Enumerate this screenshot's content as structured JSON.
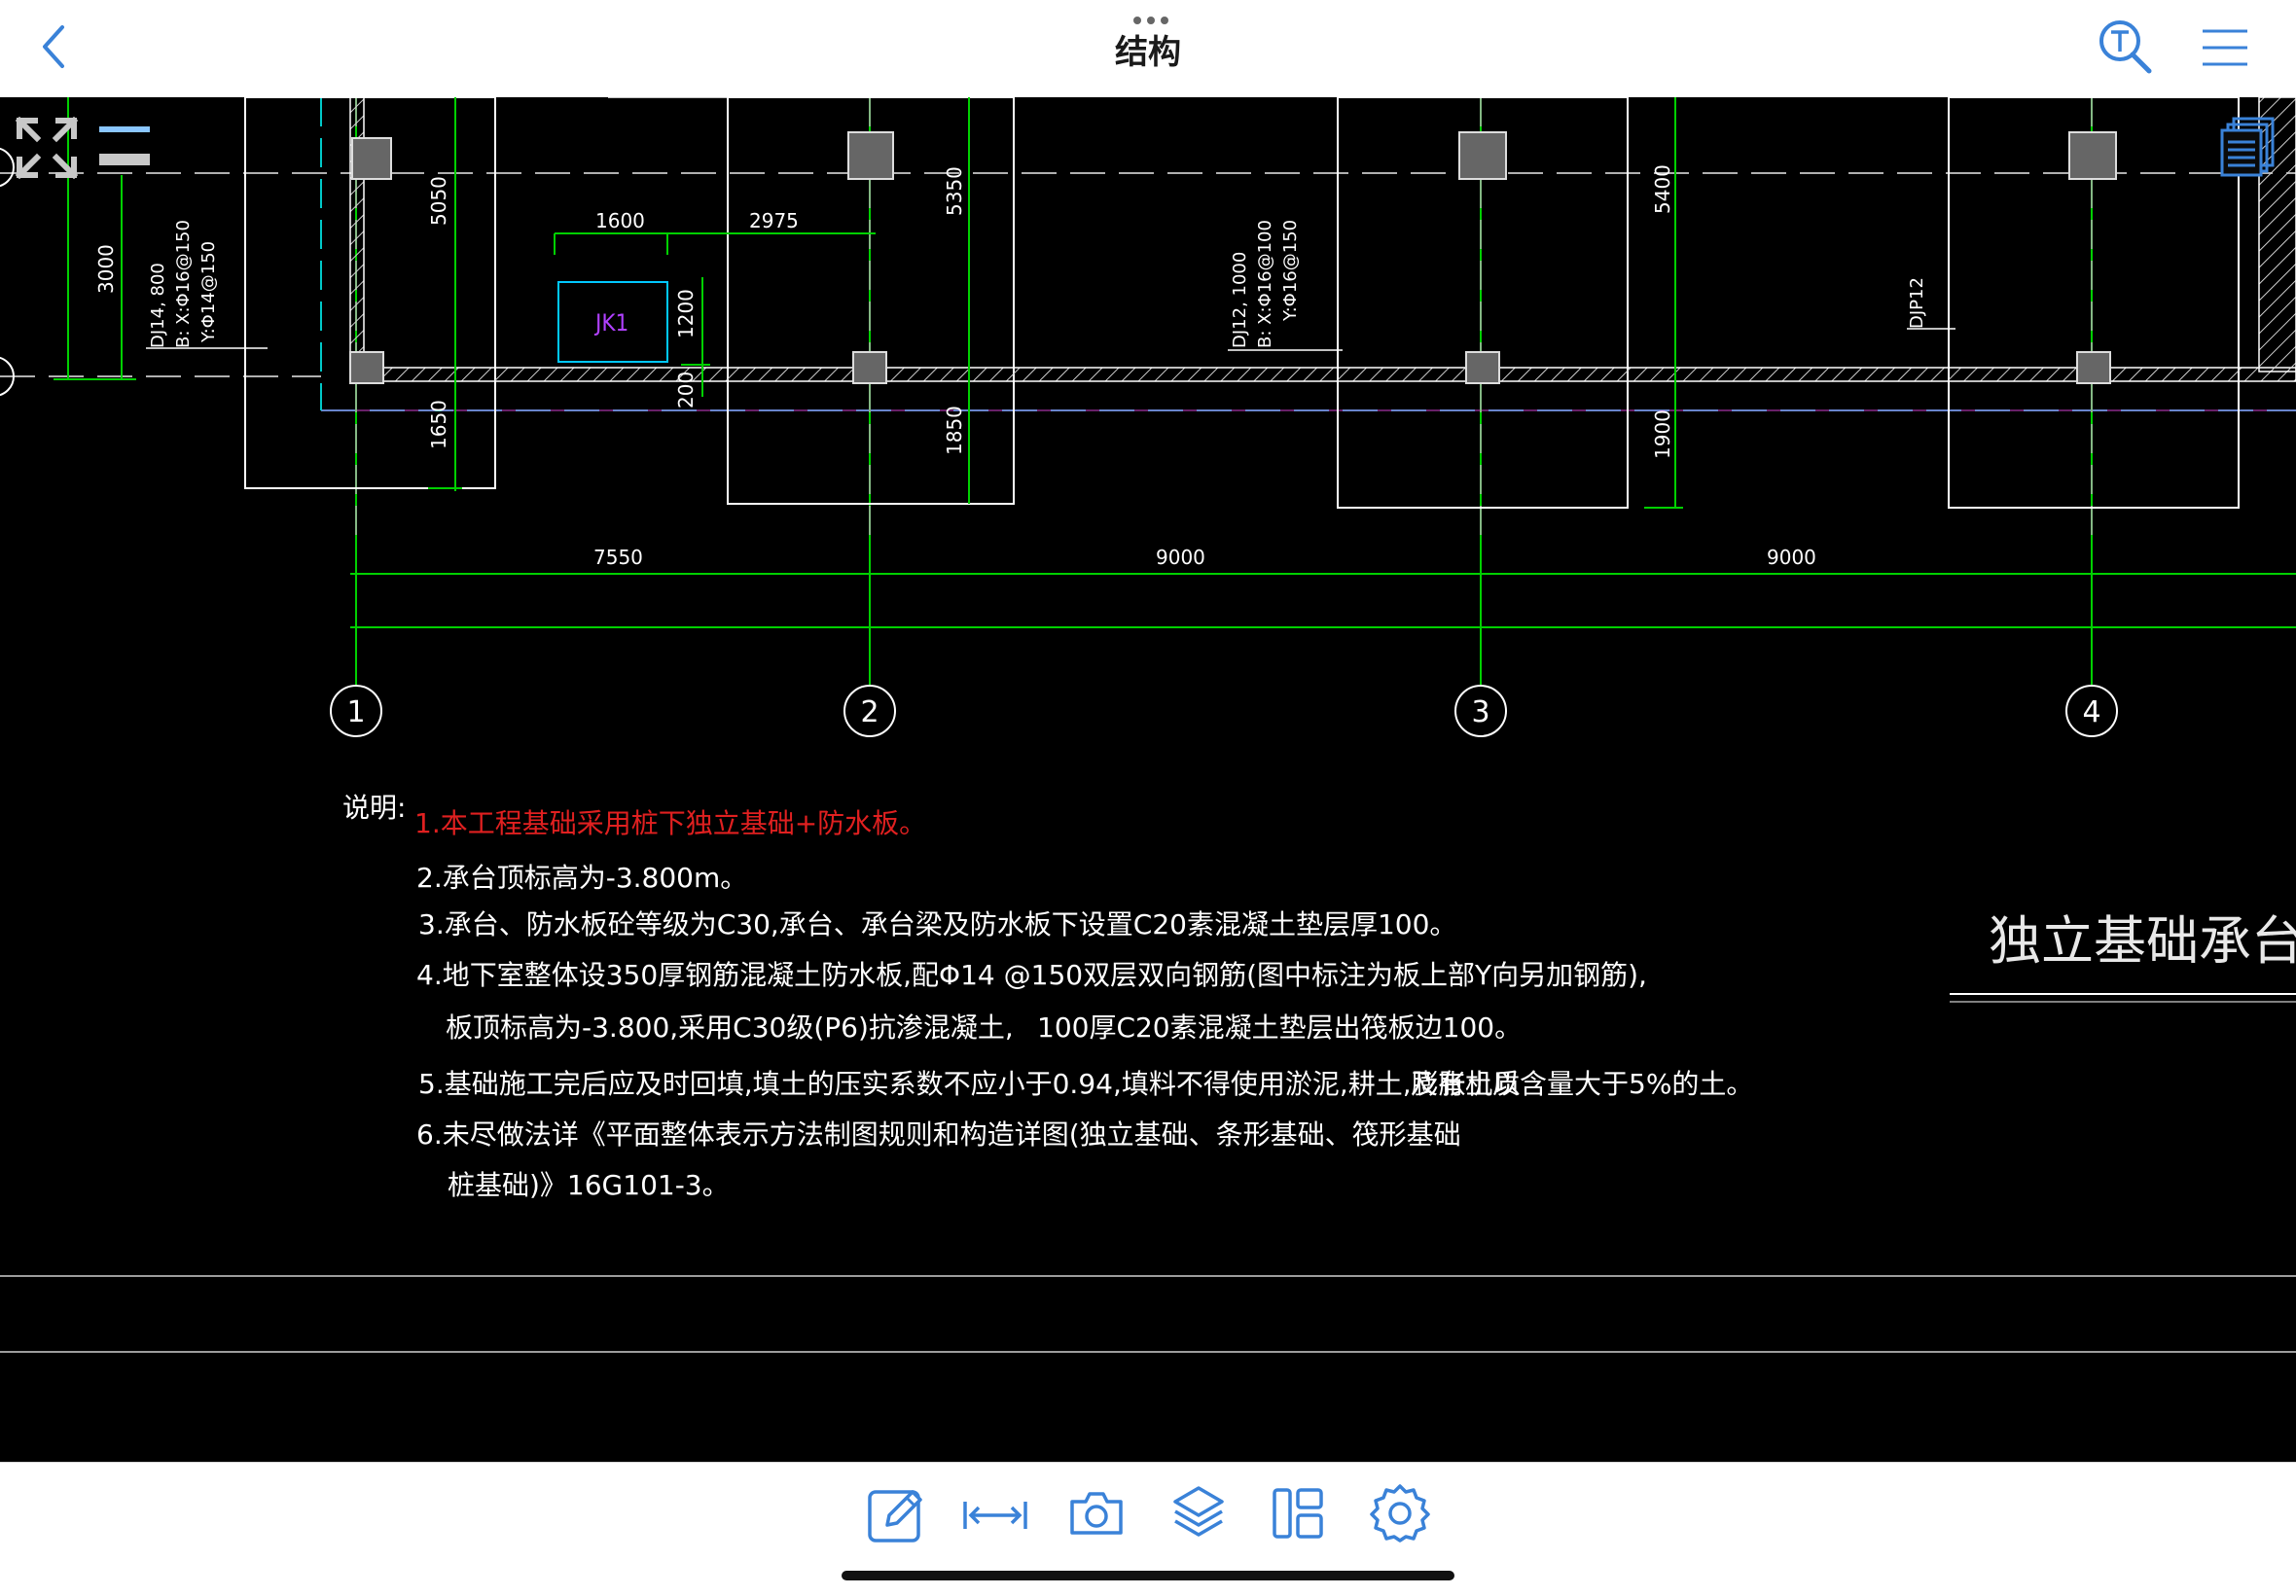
{
  "header": {
    "title": "结构",
    "back_icon": "chevron-left-icon",
    "search_icon": "text-search-icon",
    "menu_icon": "hamburger-menu-icon"
  },
  "drawing": {
    "plan_label": "独立基础承台及防水",
    "grid_axes": [
      "1",
      "2",
      "3",
      "4"
    ],
    "spans": [
      "7550",
      "9000",
      "9000"
    ],
    "dims": {
      "d1600": "1600",
      "d2975": "2975",
      "d5050": "5050",
      "d5350": "5350",
      "d5400": "5400",
      "d3000": "3000",
      "d1200": "1200",
      "d200": "200",
      "d1650": "1650",
      "d1850": "1850",
      "d1900": "1900"
    },
    "labels": {
      "dj1_name": "DJ14, 800",
      "dj1_x": "B: X:Φ16@150",
      "dj1_y": "Y:Φ14@150",
      "dj2_name": "DJ12, 1000",
      "dj2_x": "B: X:Φ16@100",
      "dj2_y": "Y:Φ16@150",
      "djp": "DJP12",
      "jk": "JK1"
    },
    "notes_title": "说明:",
    "notes": [
      "1.本工程基础采用桩下独立基础+防水板。",
      "2.承台顶标高为-3.800m。",
      "3.承台、防水板砼等级为C30,承台、承台梁及防水板下设置C20素混凝土垫层厚100。",
      "4.地下室整体设350厚钢筋混凝土防水板,配Φ14 @150双层双向钢筋(图中标注为板上部Y向另加钢筋),",
      "板顶标高为-3.800,采用C30级(P6)抗渗混凝土,",
      "100厚C20素混凝土垫层出筏板边100。",
      "5.基础施工完后应及时回填,填土的压实系数不应小于0.94,填料不得使用淤泥,耕土,膨胀土以",
      "及有机质含量大于5%的土。",
      "6.未尽做法详《平面整体表示方法制图规则和构造详图(独立基础、条形基础、筏形基础",
      "桩基础)》16G101-3。"
    ],
    "colors": {
      "grid_line": "#00d000",
      "footing": "#ffffff",
      "dash": "#00c8c8",
      "note_red": "#e02020",
      "note_white": "#ffffff",
      "jk_box": "#00c8ff",
      "jk_text": "#b040ff",
      "magenta": "#d040d0"
    }
  },
  "overlay": {
    "expand_icon": "fullscreen-expand-icon",
    "layers_panel_icon": "layer-list-icon",
    "sheets_icon": "document-stack-icon"
  },
  "toolbar": {
    "items": [
      "edit-icon",
      "measure-icon",
      "camera-icon",
      "layers-icon",
      "layout-icon",
      "settings-icon"
    ],
    "accent": "#3a82d8"
  }
}
